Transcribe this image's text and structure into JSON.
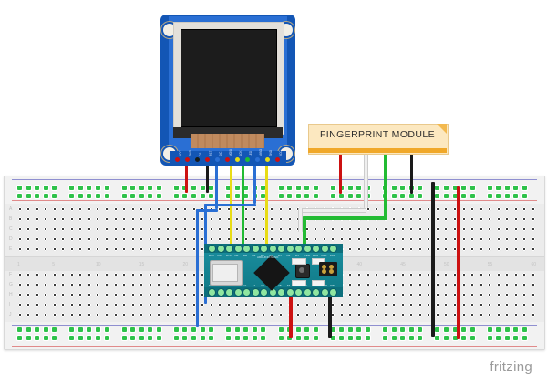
{
  "app": {
    "watermark": "fritzing",
    "background_color": "#ffffff"
  },
  "components": {
    "tft_display": {
      "name": "TFT LCD Display Module",
      "pcb_color": "#1356b5",
      "screen_color": "#1c1c1c",
      "pin_labels": [
        "VCC",
        "GND",
        "CS",
        "RST",
        "D/C",
        "MOSI",
        "SCK",
        "LED",
        "MISO",
        "GND",
        "VCC"
      ]
    },
    "fingerprint_module": {
      "label": "FINGERPRINT MODULE",
      "note_color": "#fce8c0",
      "bar_color": "#f0a82a",
      "wires": [
        "red",
        "white",
        "green",
        "black"
      ]
    },
    "arduino_nano": {
      "name": "Arduino Nano",
      "pcb_color": "#12808f",
      "silkscreen": "ARDUINO NANO",
      "top_pins": [
        "D12",
        "D11",
        "D10",
        "D9",
        "D8",
        "D7",
        "D6",
        "D5",
        "D4",
        "D3",
        "D2",
        "GND",
        "RST",
        "RX0",
        "TX1"
      ],
      "bottom_pins": [
        "D13",
        "3V3",
        "REF",
        "A0",
        "A1",
        "A2",
        "A3",
        "A4",
        "A5",
        "A6",
        "A7",
        "5V",
        "RST",
        "GND",
        "VIN"
      ]
    },
    "breadboard": {
      "name": "Full+ Breadboard",
      "body_color": "#eeeeee",
      "rail_blue": "#8f8fd0",
      "rail_red": "#e08a8a",
      "hole_color": "#3a3a3a",
      "connected_hole_color": "#2ec24a",
      "column_letters_top": [
        "A",
        "B",
        "C",
        "D",
        "E"
      ],
      "column_letters_bottom": [
        "F",
        "G",
        "H",
        "I",
        "J"
      ],
      "row_numbers": [
        "1",
        "5",
        "10",
        "15",
        "20",
        "25",
        "30",
        "35",
        "40",
        "45",
        "50",
        "55",
        "60"
      ]
    }
  },
  "wires": {
    "tft_to_board": [
      {
        "color_name": "red",
        "hex": "#cc1111"
      },
      {
        "color_name": "black",
        "hex": "#1a1a1a"
      },
      {
        "color_name": "blue",
        "hex": "#2a6fd4"
      },
      {
        "color_name": "yellow",
        "hex": "#e8dc16"
      },
      {
        "color_name": "green",
        "hex": "#22bb33"
      },
      {
        "color_name": "blue",
        "hex": "#2a6fd4"
      },
      {
        "color_name": "yellow",
        "hex": "#e8dc16"
      }
    ],
    "fingerprint_to_board": [
      {
        "color_name": "red",
        "hex": "#cc1111"
      },
      {
        "color_name": "white",
        "hex": "#efefef"
      },
      {
        "color_name": "green",
        "hex": "#22bb33"
      },
      {
        "color_name": "black",
        "hex": "#1a1a1a"
      }
    ],
    "power_jumpers": [
      {
        "color_name": "red",
        "hex": "#cc1111"
      },
      {
        "color_name": "black",
        "hex": "#1a1a1a"
      }
    ]
  }
}
